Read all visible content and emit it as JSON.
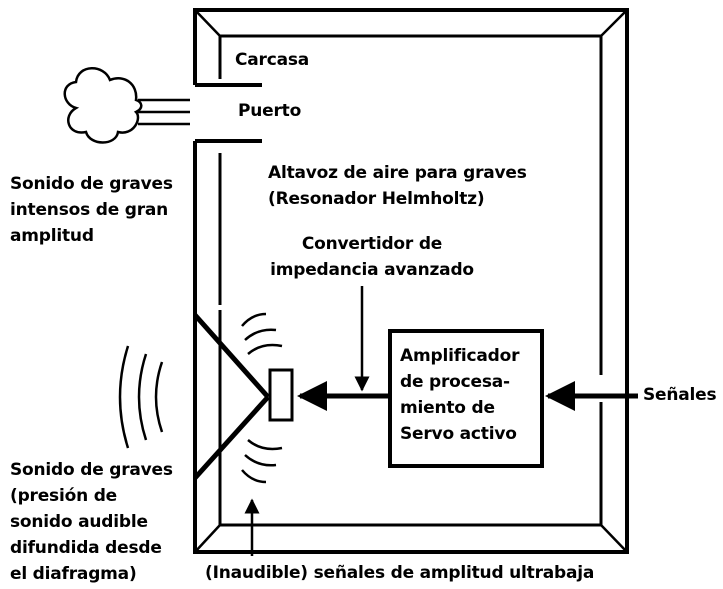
{
  "labels": {
    "carcasa": "Carcasa",
    "puerto": "Puerto",
    "altavoz": [
      "Altavoz de aire para graves",
      "(Resonador Helmholtz)"
    ],
    "convertidor": [
      "Convertidor de",
      "impedancia avanzado"
    ],
    "amplificador": [
      "Amplificador",
      "de procesa-",
      "miento de",
      "Servo activo"
    ],
    "senales": "Señales",
    "graves_intensos": [
      "Sonido de graves",
      "intensos de gran",
      "amplitud"
    ],
    "graves_presion": [
      "Sonido de graves",
      "(presión de",
      "sonido audible",
      "difundida desde",
      "el diafragma)"
    ],
    "inaudible": "(Inaudible) señales de amplitud ultrabaja"
  },
  "colors": {
    "ink": "#000000",
    "background": "#ffffff"
  }
}
